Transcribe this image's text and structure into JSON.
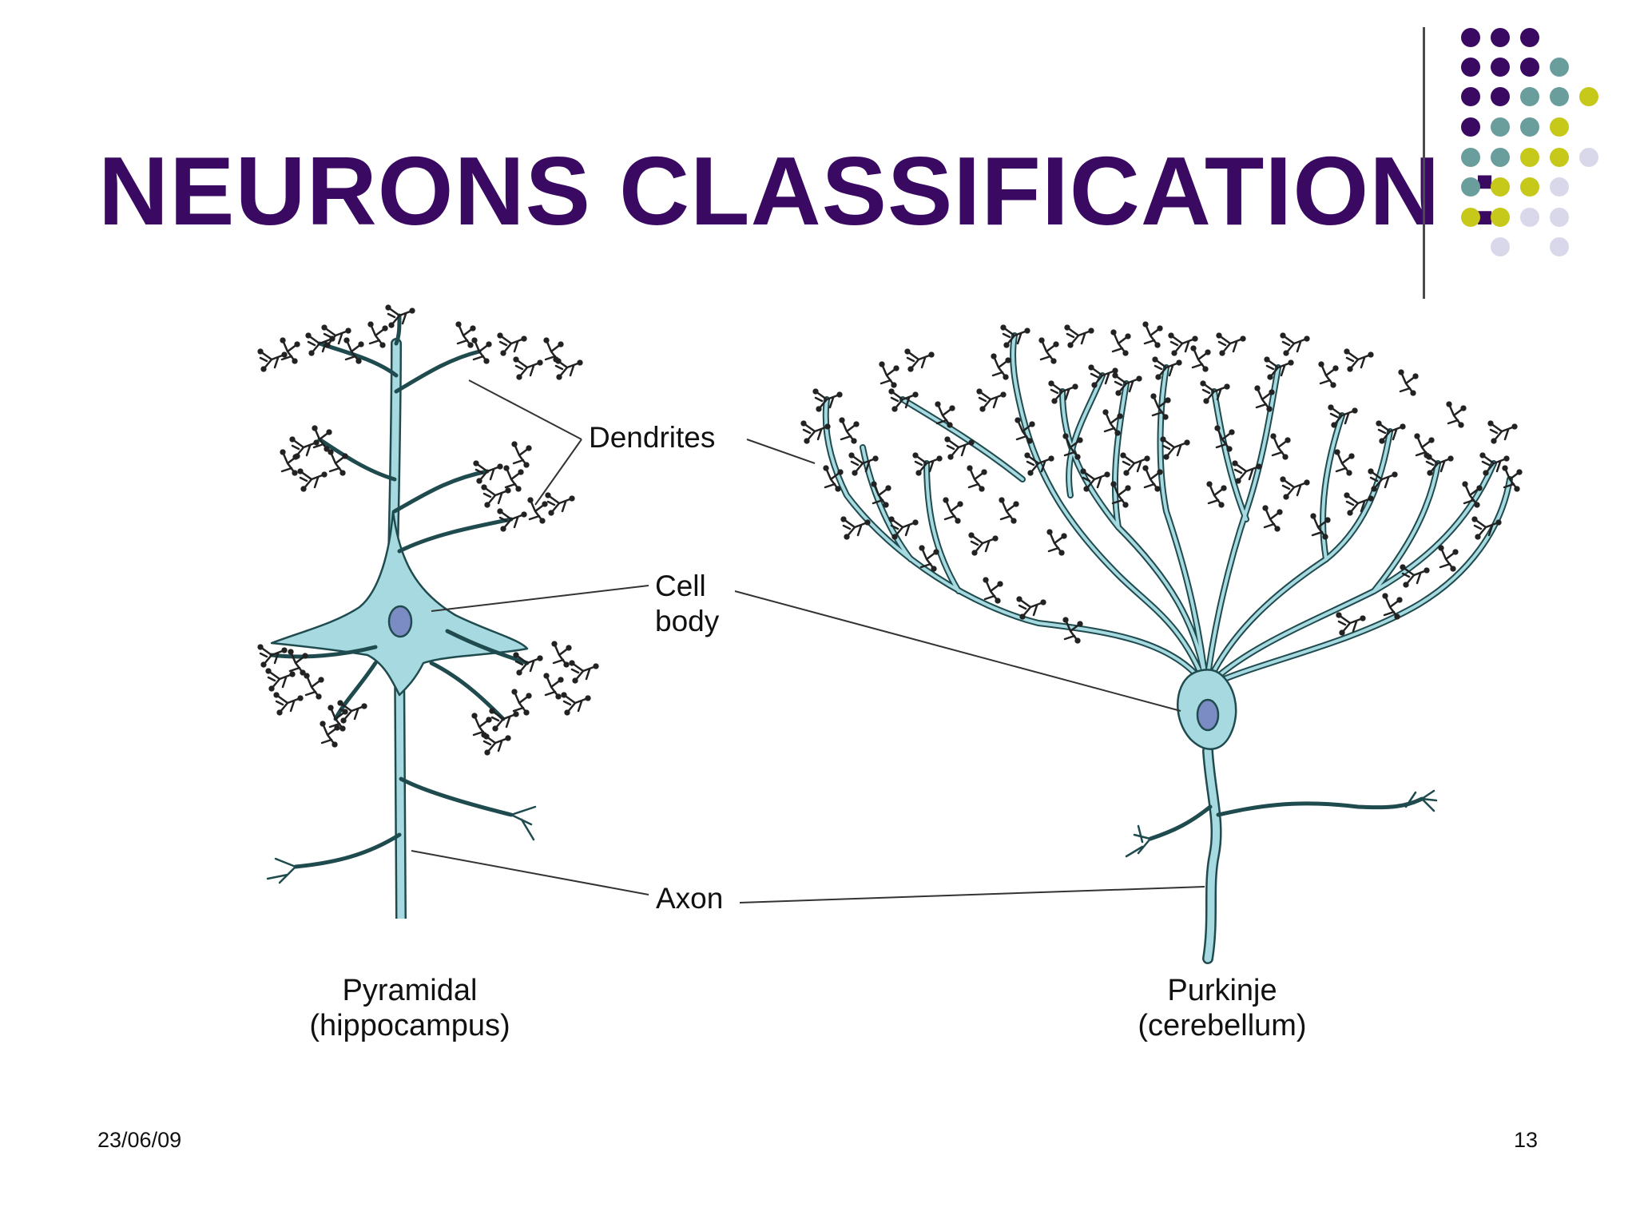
{
  "slide": {
    "title": "NEURONS CLASSIFICATION :",
    "date": "23/06/09",
    "page_number": "13"
  },
  "colors": {
    "title": "#3a0a62",
    "dot_purple": "#3a0a62",
    "dot_teal": "#6a9e9c",
    "dot_yellow": "#c6c81a",
    "dot_lavender": "#d9d8ea",
    "neuron_fill": "#a6dae0",
    "neuron_stroke": "#1f4b4f",
    "nucleus_fill": "#7b8bc4"
  },
  "diagram": {
    "labels": {
      "dendrites": "Dendrites",
      "cell_line1": "Cell",
      "cell_line2": "body",
      "axon": "Axon"
    },
    "pyramidal": {
      "name": "Pyramidal",
      "region": "(hippocampus)"
    },
    "purkinje": {
      "name": "Purkinje",
      "region": "(cerebellum)"
    }
  }
}
